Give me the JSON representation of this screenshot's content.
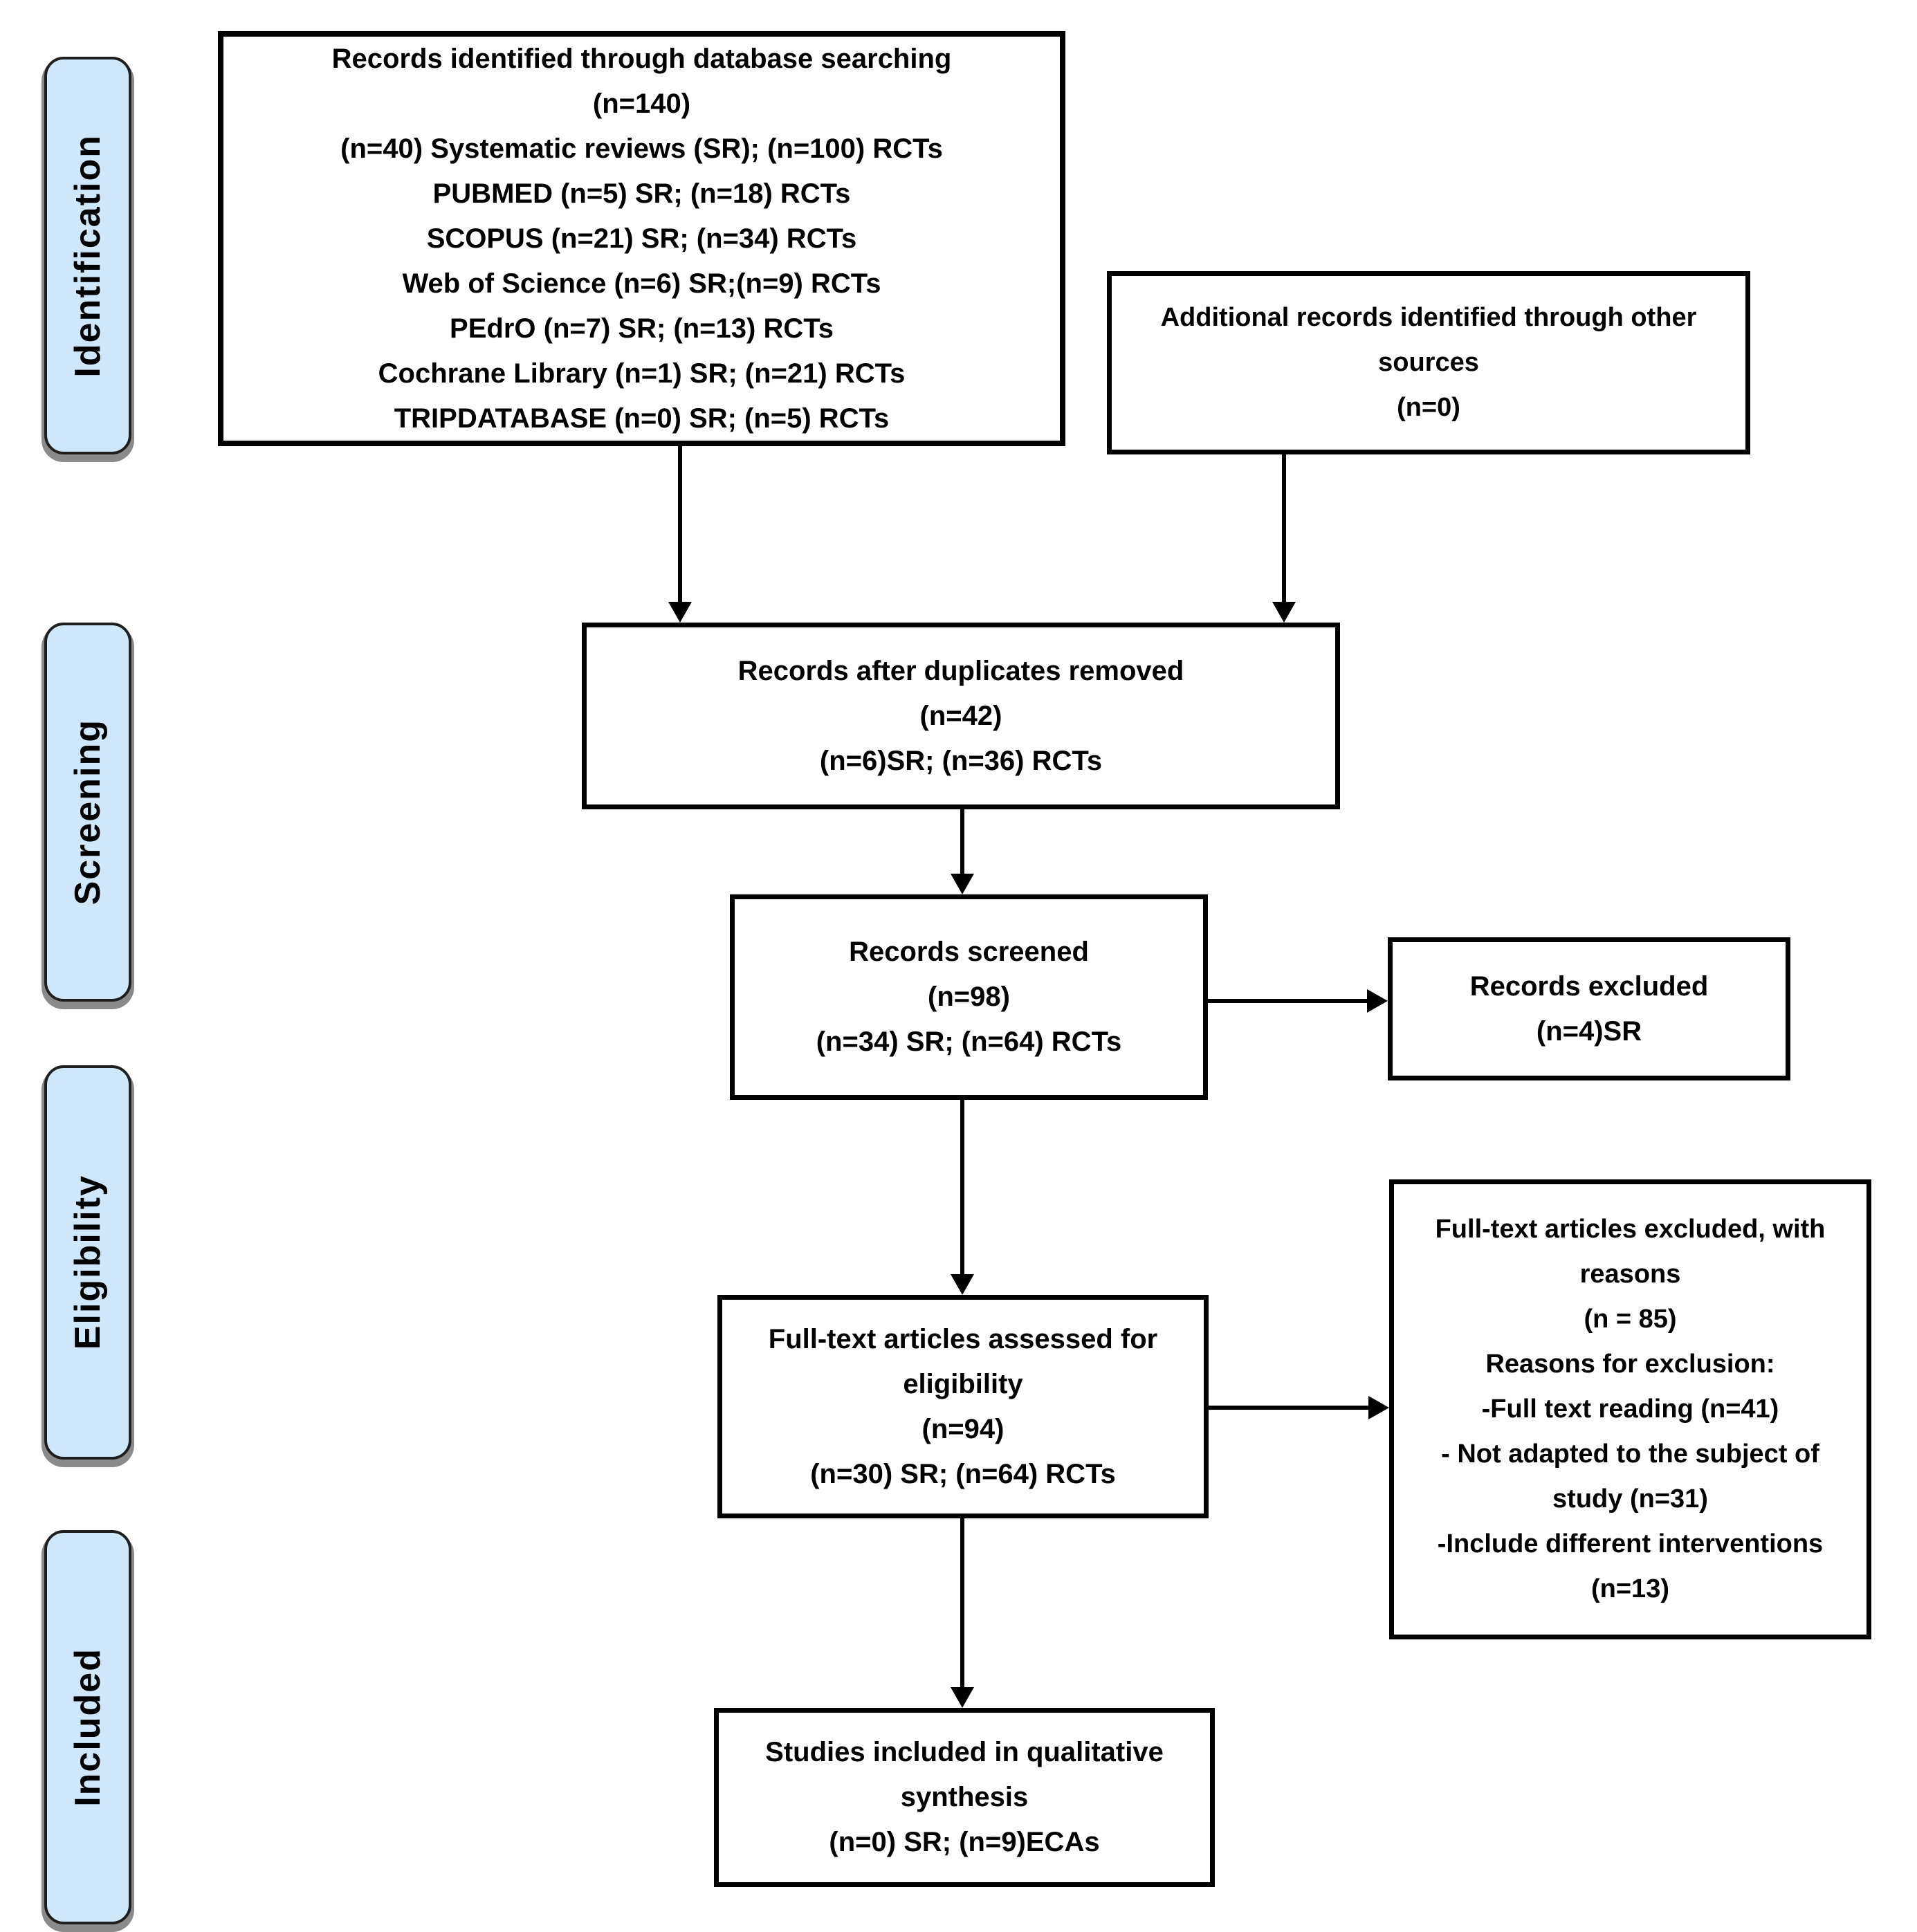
{
  "stages": [
    {
      "label": "Identification"
    },
    {
      "label": "Screening"
    },
    {
      "label": "Eligibility"
    },
    {
      "label": "Included"
    }
  ],
  "boxes": {
    "identified": {
      "lines": [
        "Records identified through database searching",
        "(n=140)",
        "(n=40) Systematic reviews (SR); (n=100) RCTs",
        "PUBMED (n=5) SR; (n=18) RCTs",
        "SCOPUS (n=21) SR; (n=34) RCTs",
        "Web of Science (n=6) SR;(n=9) RCTs",
        "PEdrO (n=7) SR; (n=13) RCTs",
        "Cochrane Library (n=1) SR; (n=21) RCTs",
        "TRIPDATABASE (n=0) SR; (n=5) RCTs"
      ]
    },
    "additional": {
      "lines": [
        "Additional records identified through other",
        "sources",
        "(n=0)"
      ]
    },
    "duplicates": {
      "lines": [
        "Records after duplicates removed",
        "(n=42)",
        "(n=6)SR; (n=36) RCTs"
      ]
    },
    "screened": {
      "lines": [
        "Records screened",
        "(n=98)",
        "(n=34) SR; (n=64) RCTs"
      ]
    },
    "records_excluded": {
      "lines": [
        "Records excluded",
        "(n=4)SR"
      ]
    },
    "fulltext_assessed": {
      "lines": [
        "Full-text articles assessed for",
        "eligibility",
        "(n=94)",
        "(n=30) SR; (n=64) RCTs"
      ]
    },
    "fulltext_excluded": {
      "lines": [
        "Full-text articles excluded, with",
        "reasons",
        "(n = 85)",
        "Reasons for exclusion:",
        "-Full text reading (n=41)",
        "- Not adapted to the subject of",
        "study (n=31)",
        "-Include different interventions",
        "(n=13)"
      ]
    },
    "qualitative": {
      "lines": [
        "Studies included in qualitative",
        "synthesis",
        "(n=0) SR; (n=9)ECAs"
      ]
    }
  },
  "colors": {
    "background": "#ffffff",
    "box_fill": "#ffffff",
    "box_border": "#000000",
    "stage_fill": "#cfe7f8",
    "stage_border": "#1f1f1f",
    "stage_shadow": "#8a8a8a",
    "arrow": "#000000",
    "text": "#000000"
  }
}
